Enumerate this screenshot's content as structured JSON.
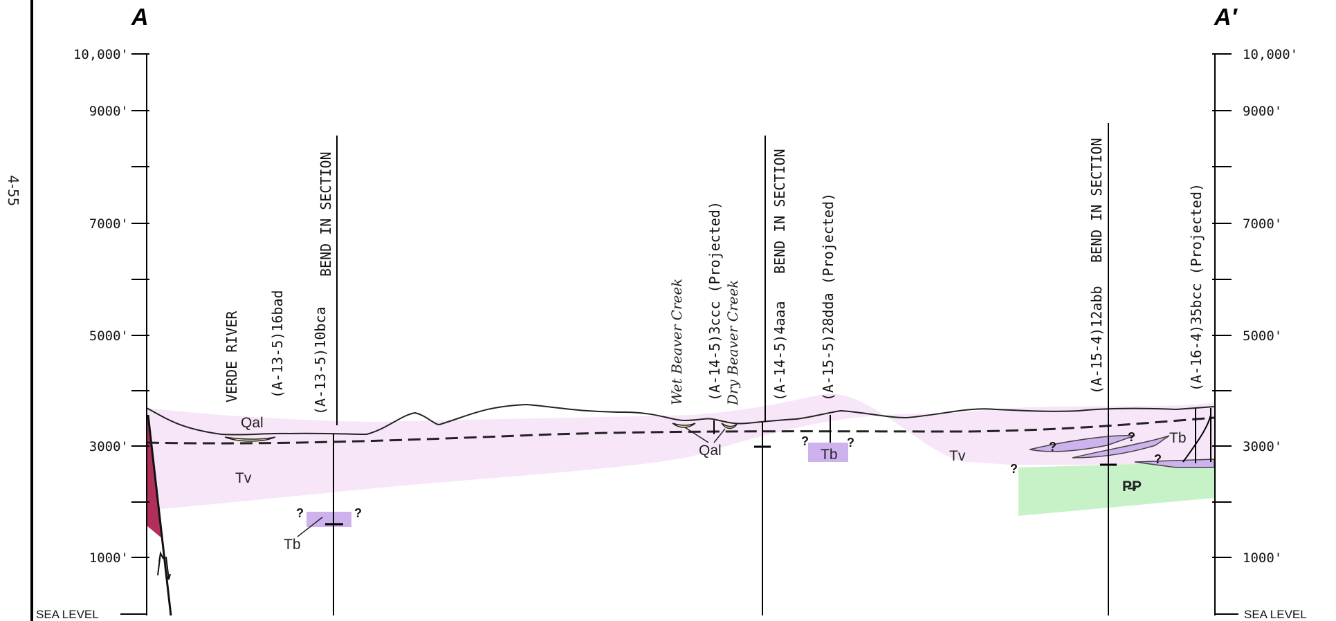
{
  "section_labels": {
    "left": "A",
    "right": "A′"
  },
  "page_number": "4-55",
  "elevation_ticks": {
    "left": [
      "10,000'",
      "9000'",
      "7000'",
      "5000'",
      "3000'",
      "1000'"
    ],
    "right": [
      "10,000'",
      "9000'",
      "7000'",
      "5000'",
      "3000'",
      "1000'"
    ],
    "sea_level": "SEA LEVEL"
  },
  "features": {
    "verde_river": "VERDE RIVER",
    "wet_beaver_creek": "Wet Beaver Creek",
    "dry_beaver_creek": "Dry Beaver Creek",
    "bend_in_section": "BEND IN SECTION"
  },
  "wells": [
    "(A-13-5)16bad",
    "(A-13-5)10bca",
    "(A-14-5)3ccc (Projected)",
    "(A-14-5)4aaa",
    "(A-15-5)28dda (Projected)",
    "(A-15-4)12abb",
    "(A-16-4)35bcc (Projected)"
  ],
  "units": {
    "qal": "Qal",
    "tv": "Tv",
    "tb": "Tb",
    "pzp": "P̶P",
    "uncertain": "?"
  },
  "colors": {
    "tv_fill": "#f6e6f8",
    "tb_fill": "#cdb2ee",
    "pzp_fill": "#c7f2c7",
    "qal_fill": "#efee9a",
    "fault_fill": "#b0305a"
  }
}
